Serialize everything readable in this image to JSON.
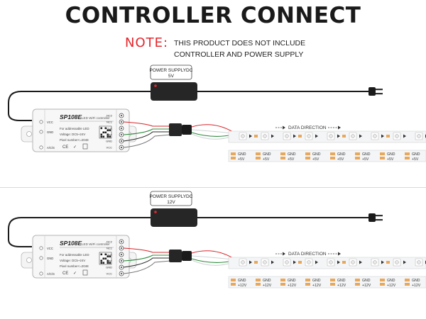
{
  "title": "CONTROLLER CONNECT",
  "note": {
    "label": "NOTE:",
    "line1": "THIS PRODUCT DOES NOT INCLUDE",
    "line2": "CONTROLLER AND POWER SUPPLY"
  },
  "panels": [
    {
      "power_supply_label": "POWER SUPPLYDC",
      "power_supply_voltage": "5V",
      "controller_model": "SP108E",
      "controller_subtitle": "LED WiFi controller",
      "controller_line1": "For addressable LED",
      "controller_line2": "Voltage: DC5~24V",
      "controller_line3": "Pixel number<=2048",
      "left_pins": [
        "VCC",
        "GND",
        "A/C/S"
      ],
      "right_pins": [
        "NC2",
        "NC1",
        "CLK",
        "DAT",
        "GND",
        "VCC"
      ],
      "data_direction": "DATA DIRECTION",
      "pad_gnd": "GND",
      "pad_v": "+5V"
    },
    {
      "power_supply_label": "POWER SUPPLYDC",
      "power_supply_voltage": "12V",
      "controller_model": "SP108E",
      "controller_subtitle": "LED WiFi controller",
      "controller_line1": "For addressable LED",
      "controller_line2": "Voltage: DC5~24V",
      "controller_line3": "Pixel number<=2048",
      "left_pins": [
        "VCC",
        "GND",
        "A/C/S"
      ],
      "right_pins": [
        "NC2",
        "NC1",
        "CLK",
        "DAT",
        "GND",
        "VCC"
      ],
      "data_direction": "DATA DIRECTION",
      "pad_gnd": "GND",
      "pad_v": "+12V"
    }
  ],
  "colors": {
    "note_red": "#e4262c",
    "wire_red": "#d9262b",
    "wire_green": "#2e8b3c",
    "wire_white": "#cfd3d6",
    "pad_copper": "#e8a85b",
    "strip_white": "#f4f5f6"
  }
}
